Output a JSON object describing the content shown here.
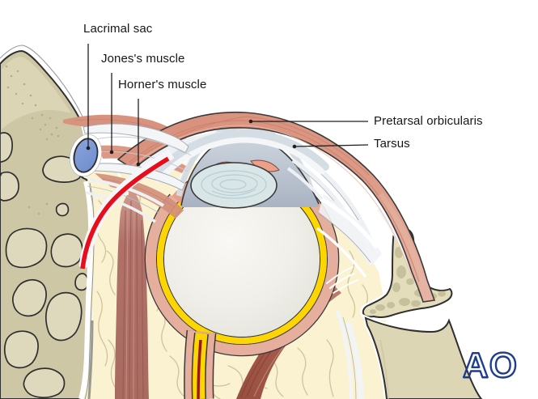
{
  "figure": {
    "labels": {
      "lacrimal_sac": "Lacrimal sac",
      "jones_muscle": "Jones's muscle",
      "horner_muscle": "Horner's muscle",
      "pretarsal_orbicularis": "Pretarsal orbicularis",
      "tarsus": "Tarsus"
    },
    "logo": {
      "text": "AO",
      "color": "#1e3c90"
    },
    "colors": {
      "outline": "#2f2f2f",
      "bone": "#cdc7a6",
      "bone_cell": "#ded9bc",
      "bone_right": "#e4ddbb",
      "bone_trabecula": "#c7c09d",
      "orbital_fat": "#faf2d1",
      "fat_line": "#cfc49b",
      "orbicularis_pink": "#dc9683",
      "deep_muscle": "#a3584a",
      "medial_rectus": "#b0716a",
      "highlight_red": "#e80d1c",
      "lacrimal_sac_blue": "#7d98d5",
      "sclera_white": "#efede8",
      "choroid_pink": "#e5ae9d",
      "retina_yellow": "#fdd500",
      "ciliary_salmon": "#e79e89",
      "cornea_gray": "#c3ccd8",
      "lens_blue": "#d9e6e7",
      "tarsus_gray": "#d5dde4"
    }
  }
}
